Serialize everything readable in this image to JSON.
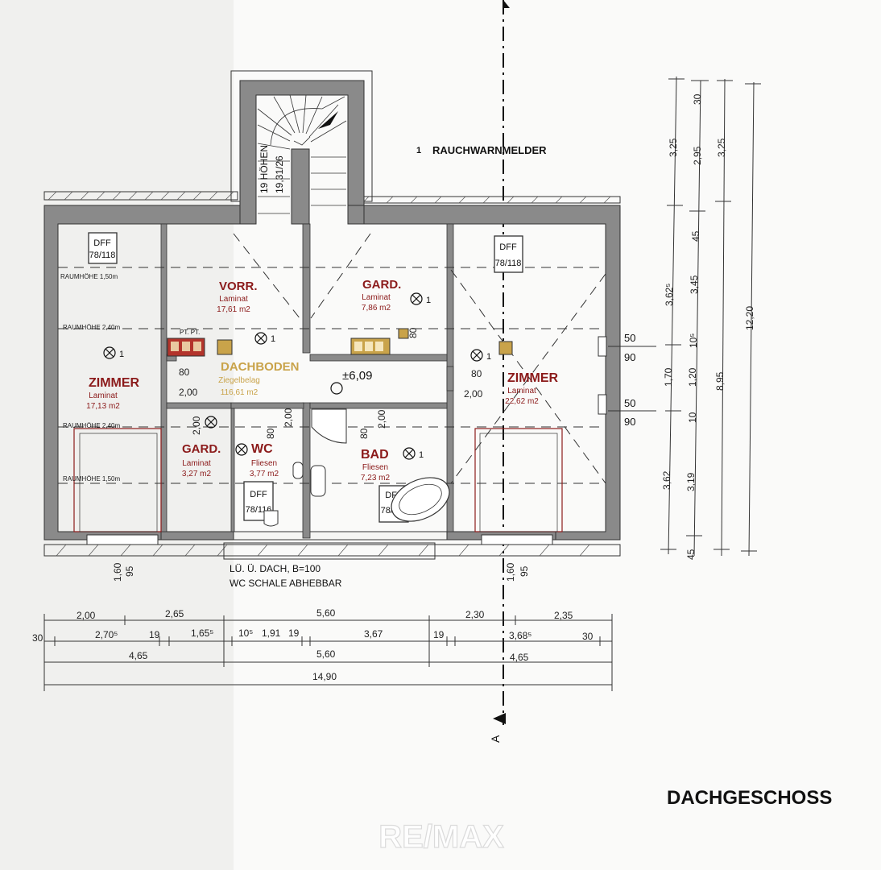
{
  "plan": {
    "title": "DACHGESCHOSS",
    "watermark": "RE/MAX",
    "smoke_detector": {
      "count": "1",
      "label": "RAUCHWARNMELDER"
    },
    "stair": {
      "label1": "19 HÖHEN",
      "label2": "19,31/26"
    },
    "level": "±6,09",
    "section_mark": "A",
    "note_roof": "LÜ. Ü. DACH, B=100",
    "note_wc": "WC SCHALE ABHEBBAR",
    "pt_label": "PT. PT.",
    "detector_mark": "1"
  },
  "rooms": {
    "zimmer_left": {
      "name": "ZIMMER",
      "floor": "Laminat",
      "area": "17,13 m2"
    },
    "vorr": {
      "name": "VORR.",
      "floor": "Laminat",
      "area": "17,61 m2"
    },
    "gard_top": {
      "name": "GARD.",
      "floor": "Laminat",
      "area": "7,86 m2"
    },
    "zimmer_right": {
      "name": "ZIMMER",
      "floor": "Laminat",
      "area": "22,62 m2"
    },
    "dachboden": {
      "name": "DACHBODEN",
      "floor": "Ziegelbelag",
      "area": "116,61 m2"
    },
    "gard_small": {
      "name": "GARD.",
      "floor": "Laminat",
      "area": "3,27 m2"
    },
    "wc": {
      "name": "WC",
      "floor": "Fliesen",
      "area": "3,77 m2"
    },
    "bad": {
      "name": "BAD",
      "floor": "Fliesen",
      "area": "7,23 m2"
    }
  },
  "windows": {
    "dff_label": "DFF",
    "dff_size": "78/118",
    "dff_size_alt": "78/116"
  },
  "room_heights": {
    "h150": "RAUMHÖHE 1,50m",
    "h240": "RAUMHÖHE 2,40m",
    "h150b": "RAUMHÖHE 1,50m",
    "h240b": "RAUMHÖHE 2,40m"
  },
  "door_dims": {
    "d80": "80",
    "d200": "2,00",
    "d190": "2,00"
  },
  "side_dims": {
    "right_top": "50",
    "right_top2": "90",
    "right_bot": "50",
    "right_bot2": "90",
    "left_160": "1,60",
    "left_95": "95",
    "right_160": "1,60",
    "right_95": "95"
  },
  "bottom_dims": {
    "row1": [
      "2,00",
      "2,65",
      "5,60",
      "2,30",
      "2,35"
    ],
    "row2": [
      "30",
      "2,70⁵",
      "19",
      "1,65⁵",
      "10⁵",
      "1,91",
      "19",
      "3,67",
      "19",
      "3,68⁵",
      "30"
    ],
    "row3": [
      "4,65",
      "5,60",
      "4,65"
    ],
    "row4": [
      "14,90"
    ]
  },
  "vertical_dims": {
    "col1": [
      "3,25",
      "3,62⁵",
      "1,70",
      "3,62"
    ],
    "col2": [
      "30",
      "2,95",
      "45",
      "3,45",
      "10⁵",
      "1,20",
      "10",
      "3,19",
      "45"
    ],
    "col3": [
      "3,25",
      "8,95"
    ],
    "col4": [
      "12,20"
    ]
  }
}
